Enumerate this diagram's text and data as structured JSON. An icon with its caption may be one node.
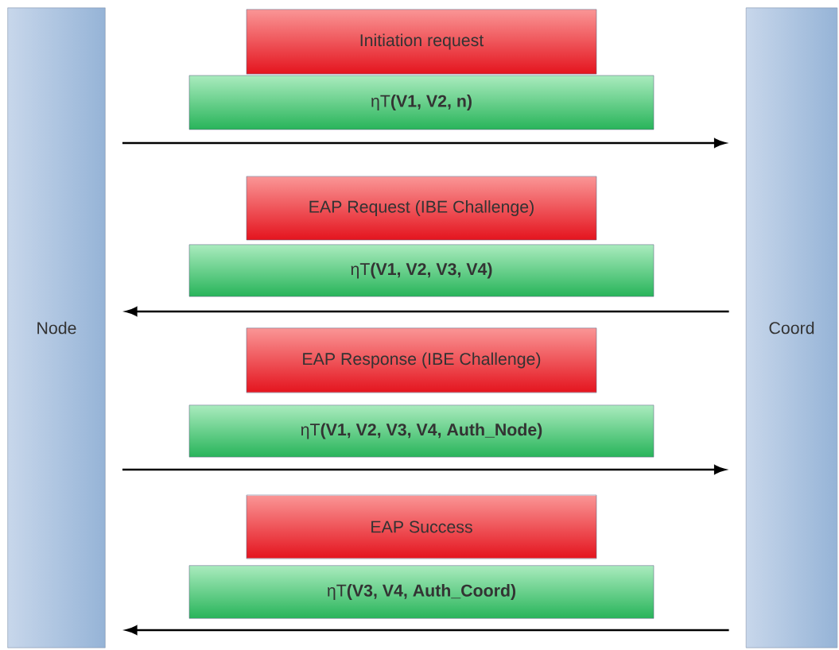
{
  "diagram": {
    "nodes": [
      {
        "text": [
          "Node"
        ]
      },
      {
        "text": [
          "Coord"
        ]
      },
      {
        "text": [
          "Initiation request"
        ]
      },
      {
        "text": [
          "ηT**(V1, V2, n)**"
        ]
      },
      {
        "text": [
          "EAP Request (IBE Challenge)"
        ]
      },
      {
        "text": [
          "ηT**(V1, V2, V3, V4)**"
        ]
      },
      {
        "text": [
          "EAP Response (IBE Challenge)"
        ]
      },
      {
        "text": [
          "ηT**(V1, V2, V3, V4, Auth_Node)**"
        ]
      },
      {
        "text": [
          "EAP Success"
        ]
      },
      {
        "text": [
          "ηT**(V3, V4, Auth_Coord)**"
        ]
      }
    ],
    "edges": [
      {
        "from": 0,
        "to": 1,
        "arrow": "to"
      },
      {
        "from": 1,
        "to": 0,
        "arrow": "to"
      },
      {
        "from": 0,
        "to": 1,
        "arrow": "to"
      },
      {
        "from": 1,
        "to": 0,
        "arrow": "to"
      }
    ]
  }
}
